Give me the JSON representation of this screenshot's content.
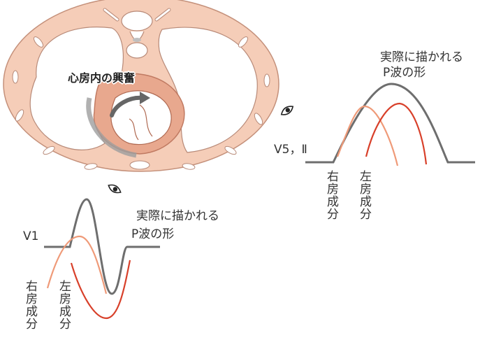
{
  "heart_label": "心房内の興奮",
  "panel_v5": {
    "title_line1": "実際に描かれる",
    "title_line2": "P波の形",
    "lead_label": "V5，Ⅱ",
    "right_component": "右房成分",
    "left_component": "左房成分"
  },
  "panel_v1": {
    "title_line1": "実際に描かれる",
    "title_line2": "P波の形",
    "lead_label": "V1",
    "right_component": "右房成分",
    "left_component": "左房成分"
  },
  "colors": {
    "total_wave": "#6e6e6e",
    "right_atrium": "#ef9a78",
    "left_atrium": "#d8402a",
    "tissue": "#f5c9b2",
    "tissue_edge": "#d89c80"
  },
  "icons": [
    "eye-icon",
    "eye-icon"
  ]
}
